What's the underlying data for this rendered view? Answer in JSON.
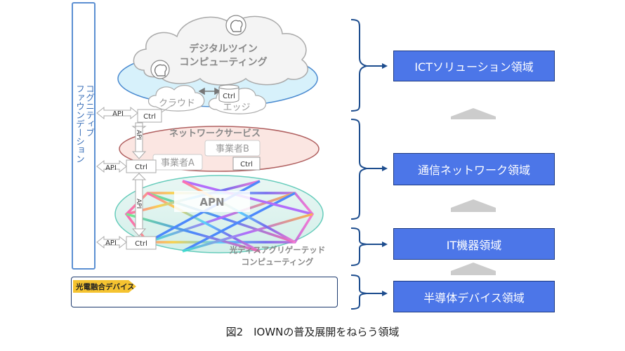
{
  "diagram": {
    "cognitive_foundation": "コグニティブ\nファウンデーション",
    "cloud_top": {
      "line1": "デジタルツイン",
      "line2": "コンピューティング"
    },
    "cloud_left": "クラウド",
    "cloud_right": "エッジ",
    "ctrl": "Ctrl",
    "api": "API",
    "network_service": "ネットワークサービス",
    "operator_a": "事業者A",
    "operator_b": "事業者B",
    "apn": "APN",
    "disaggregated": {
      "line1": "光ディスアグリゲーテッド",
      "line2": "コンピューティング"
    },
    "device_tag": "光電融合デバイス",
    "domains": [
      "ICTソリューション領域",
      "通信ネットワーク領域",
      "IT機器領域",
      "半導体デバイス領域"
    ]
  },
  "caption": "図2　IOWNの普及展開をねらう領域",
  "colors": {
    "domain_fill": "#4c76e8",
    "bracket": "#1d4d8e",
    "up_arrow": "#cccccc",
    "network_ellipse": "#fbe6e2",
    "cloud_ellipse": "#d7f1fb"
  },
  "icons": [
    "brain-icon",
    "brain-icon",
    "camera-icon",
    "monitor-icon",
    "car-icon",
    "robot-icon",
    "cctv-camera-icon",
    "smartphone-icon",
    "glasses-icon",
    "factory-icon",
    "house-icon",
    "smartwatch-icon"
  ]
}
